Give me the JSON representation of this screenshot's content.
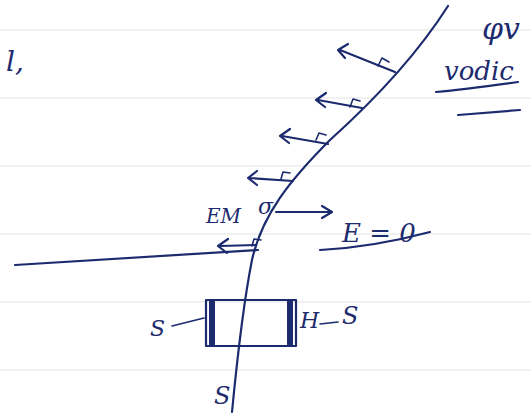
{
  "diagram": {
    "labels": [
      "φv",
      "vodic",
      "l,",
      "EM",
      "σ",
      "E = 0",
      "S",
      "H",
      "S",
      "S"
    ]
  }
}
